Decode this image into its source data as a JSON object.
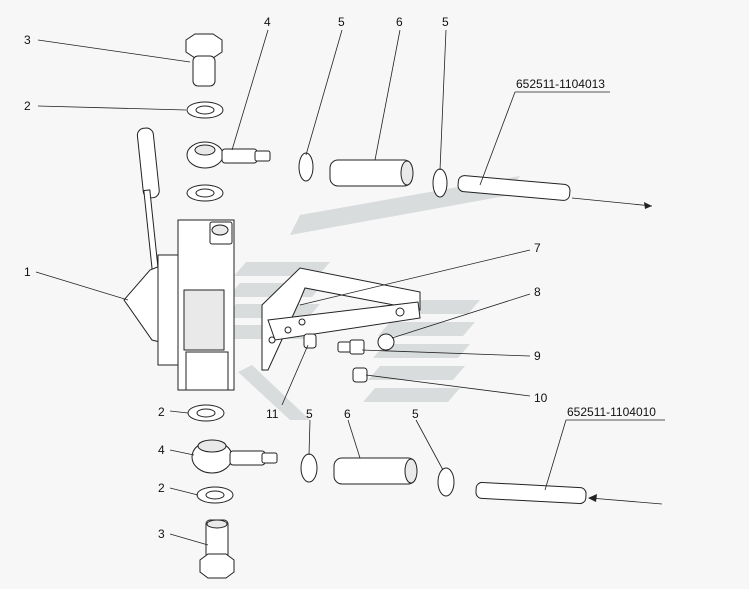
{
  "labels": [
    {
      "id": "l-3-top",
      "text": "3"
    },
    {
      "id": "l-2-top",
      "text": "2"
    },
    {
      "id": "l-4-top",
      "text": "4"
    },
    {
      "id": "l-5-top-a",
      "text": "5"
    },
    {
      "id": "l-6-top",
      "text": "6"
    },
    {
      "id": "l-5-top-b",
      "text": "5"
    },
    {
      "id": "l-1",
      "text": "1"
    },
    {
      "id": "l-7",
      "text": "7"
    },
    {
      "id": "l-8",
      "text": "8"
    },
    {
      "id": "l-9",
      "text": "9"
    },
    {
      "id": "l-10",
      "text": "10"
    },
    {
      "id": "l-11",
      "text": "11"
    },
    {
      "id": "l-2-mid",
      "text": "2"
    },
    {
      "id": "l-4-bot",
      "text": "4"
    },
    {
      "id": "l-2-bot",
      "text": "2"
    },
    {
      "id": "l-3-bot",
      "text": "3"
    },
    {
      "id": "l-5-bot-a",
      "text": "5"
    },
    {
      "id": "l-6-bot",
      "text": "6"
    },
    {
      "id": "l-5-bot-b",
      "text": "5"
    }
  ],
  "part_numbers": {
    "top": "652511-1104013",
    "bottom": "652511-1104010"
  }
}
